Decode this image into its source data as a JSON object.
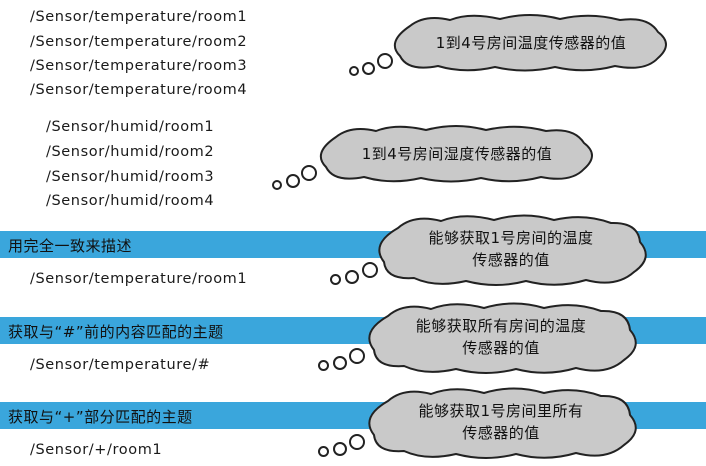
{
  "group1": {
    "topics": [
      "/Sensor/temperature/room1",
      "/Sensor/temperature/room2",
      "/Sensor/temperature/room3",
      "/Sensor/temperature/room4"
    ],
    "bubble": "1到4号房间温度传感器的值"
  },
  "group2": {
    "topics": [
      "/Sensor/humid/room1",
      "/Sensor/humid/room2",
      "/Sensor/humid/room3",
      "/Sensor/humid/room4"
    ],
    "bubble": "1到4号房间湿度传感器的值"
  },
  "sections": [
    {
      "heading": "用完全一致来描述",
      "topic": "/Sensor/temperature/room1",
      "bubble_line1": "能够获取1号房间的温度",
      "bubble_line2": "传感器的值"
    },
    {
      "heading": "获取与“#”前的内容匹配的主题",
      "topic": "/Sensor/temperature/#",
      "bubble_line1": "能够获取所有房间的温度",
      "bubble_line2": "传感器的值"
    },
    {
      "heading": "获取与“+”部分匹配的主题",
      "topic": "/Sensor/+/room1",
      "bubble_line1": "能够获取1号房间里所有",
      "bubble_line2": "传感器的值"
    }
  ],
  "colors": {
    "band": "#3aa6dc",
    "cloud_fill": "#c9c9c9",
    "cloud_stroke": "#222222"
  }
}
